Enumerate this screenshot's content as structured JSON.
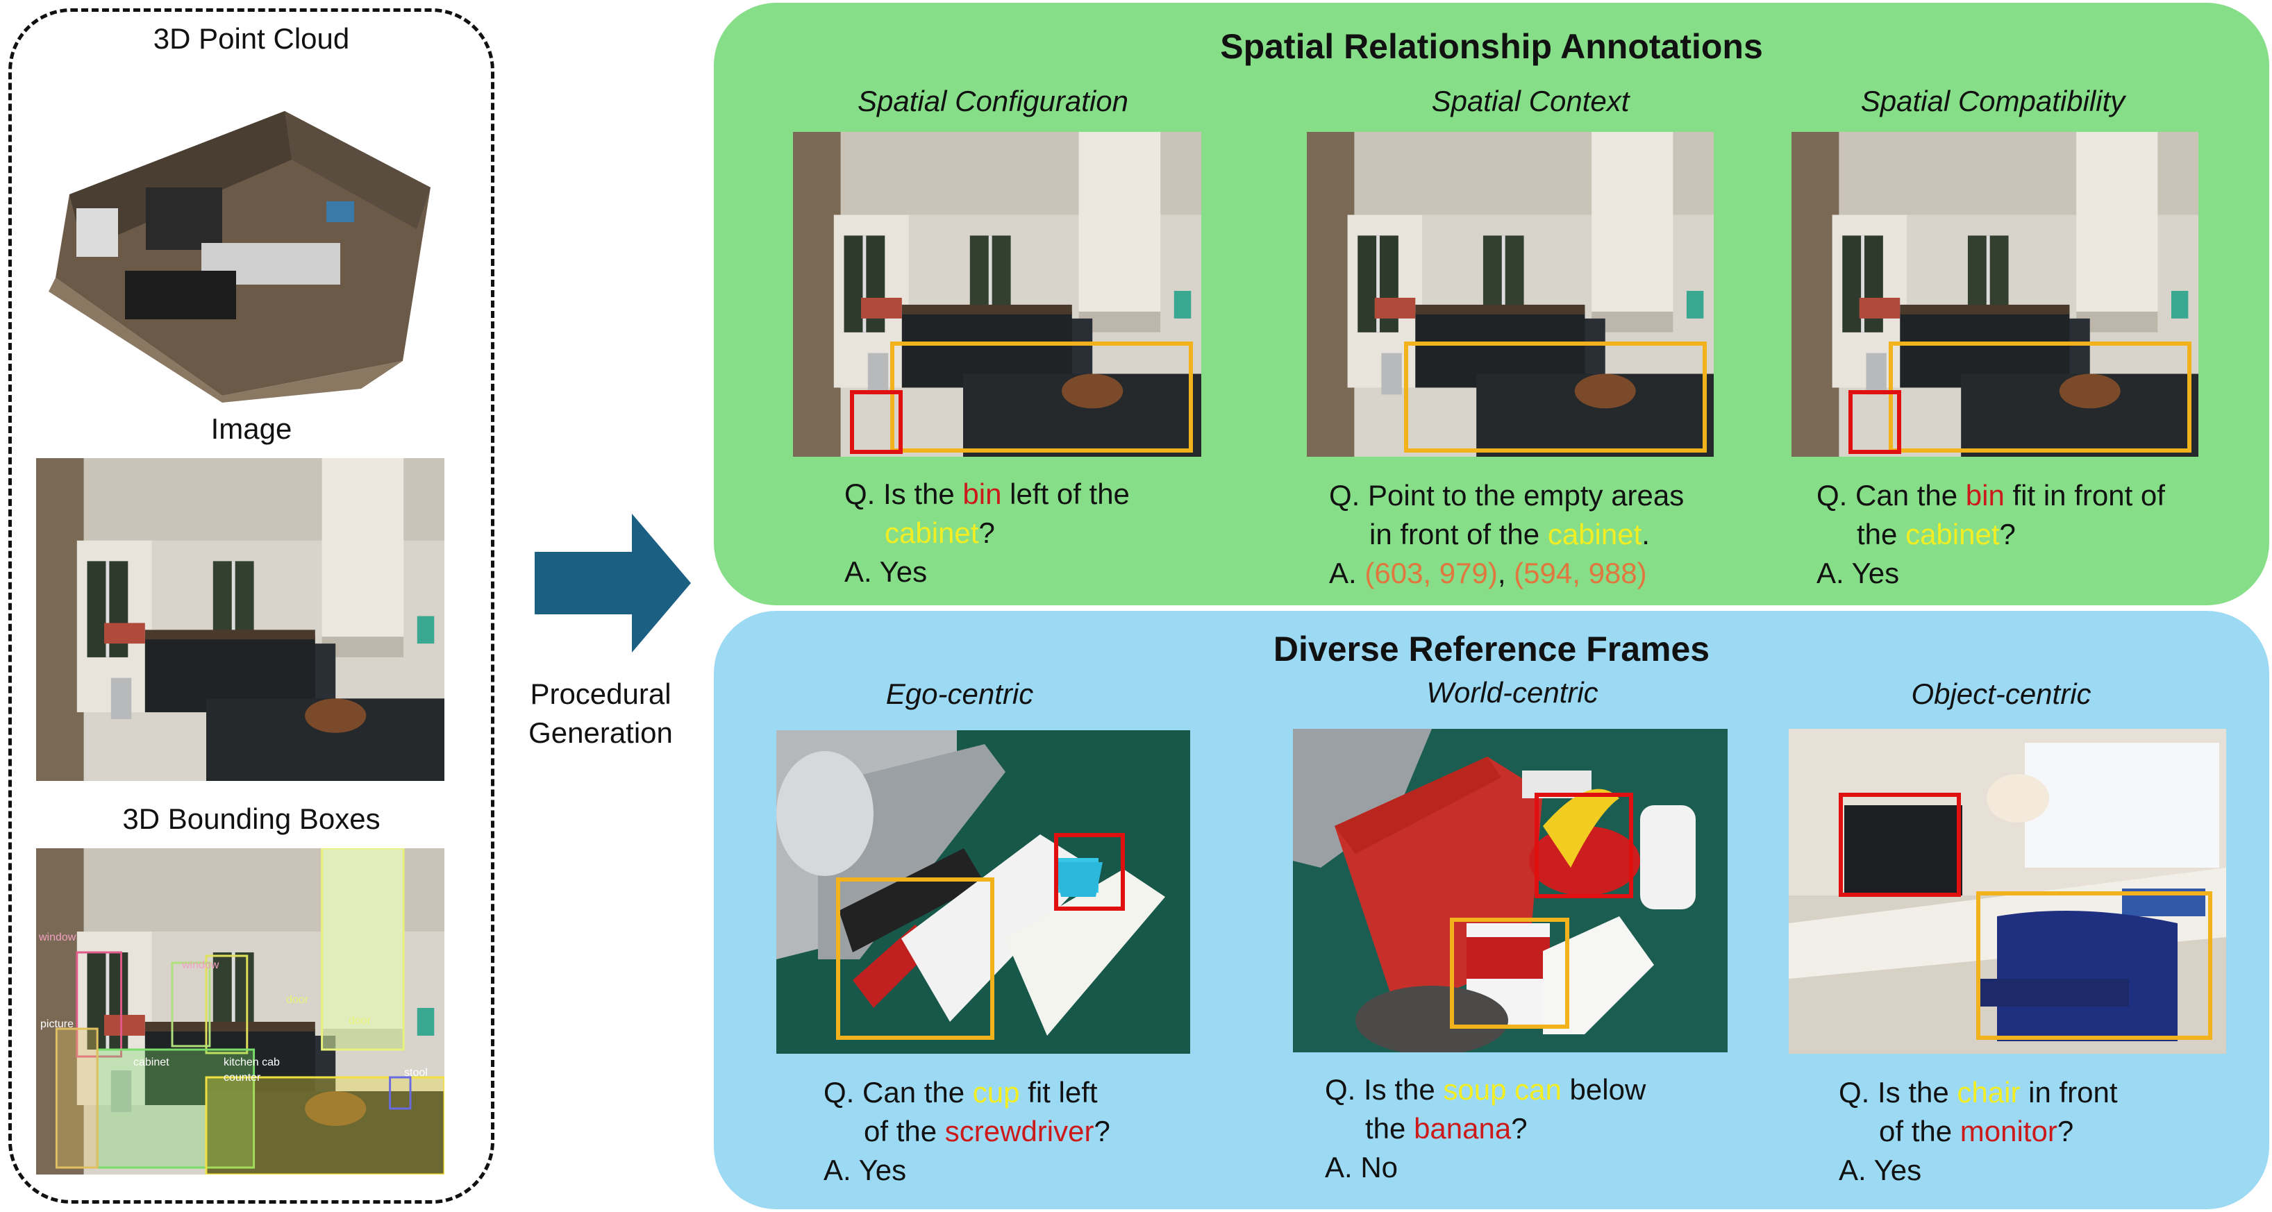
{
  "left": {
    "point_cloud_label": "3D Point Cloud",
    "image_label": "Image",
    "bbox_label": "3D Bounding Boxes",
    "bbox_tags": [
      "window",
      "window",
      "door",
      "door",
      "picture",
      "cabinet",
      "counter",
      "kitchen cab",
      "stool"
    ]
  },
  "arrow": {
    "label_line1": "Procedural",
    "label_line2": "Generation"
  },
  "spatial": {
    "title": "Spatial Relationship Annotations",
    "columns": [
      {
        "subtitle": "Spatial Configuration",
        "q_prefix": "Q. Is the ",
        "q_obj1": "bin",
        "q_mid": " left of the",
        "q_obj2": "cabinet",
        "q_end": "?",
        "answer": "A. Yes"
      },
      {
        "subtitle": "Spatial Context",
        "q_line1": "Q. Point to the empty areas",
        "q_line2_prefix": "in front of the ",
        "q_obj2": "cabinet",
        "q_end": ".",
        "a_prefix": "A. ",
        "a_point1": "(603, 979)",
        "a_sep": ", ",
        "a_point2": "(594, 988)"
      },
      {
        "subtitle": "Spatial Compatibility",
        "q_prefix": "Q. Can the ",
        "q_obj1": "bin",
        "q_mid": " fit in front of",
        "q_line2_prefix": "the ",
        "q_obj2": "cabinet",
        "q_end": "?",
        "answer": "A. Yes"
      }
    ]
  },
  "frames": {
    "title": "Diverse Reference Frames",
    "columns": [
      {
        "subtitle": "Ego-centric",
        "q_prefix": "Q. Can the ",
        "q_obj1": "cup",
        "q_mid": " fit left",
        "q_line2_prefix": "of the ",
        "q_obj2": "screwdriver",
        "q_end": "?",
        "answer": "A. Yes"
      },
      {
        "subtitle": "World-centric",
        "q_prefix": "Q. Is the ",
        "q_obj1": "soup can",
        "q_mid": " below",
        "q_line2_prefix": "the ",
        "q_obj2": "banana",
        "q_end": "?",
        "answer": "A. No"
      },
      {
        "subtitle": "Object-centric",
        "q_prefix": "Q. Is the ",
        "q_obj1": "chair",
        "q_mid": " in front",
        "q_line2_prefix": "of the ",
        "q_obj2": "monitor",
        "q_end": "?",
        "answer": "A. Yes"
      }
    ]
  },
  "colors": {
    "green_panel": "#87de88",
    "blue_panel": "#9cd9f3",
    "arrow": "#1b5f82",
    "highlight_red": "#cc1a1a",
    "highlight_yellow": "#f2ee23",
    "answer_orange": "#e0773f",
    "box_yellow": "#f2b21c",
    "box_red": "#e01010"
  }
}
